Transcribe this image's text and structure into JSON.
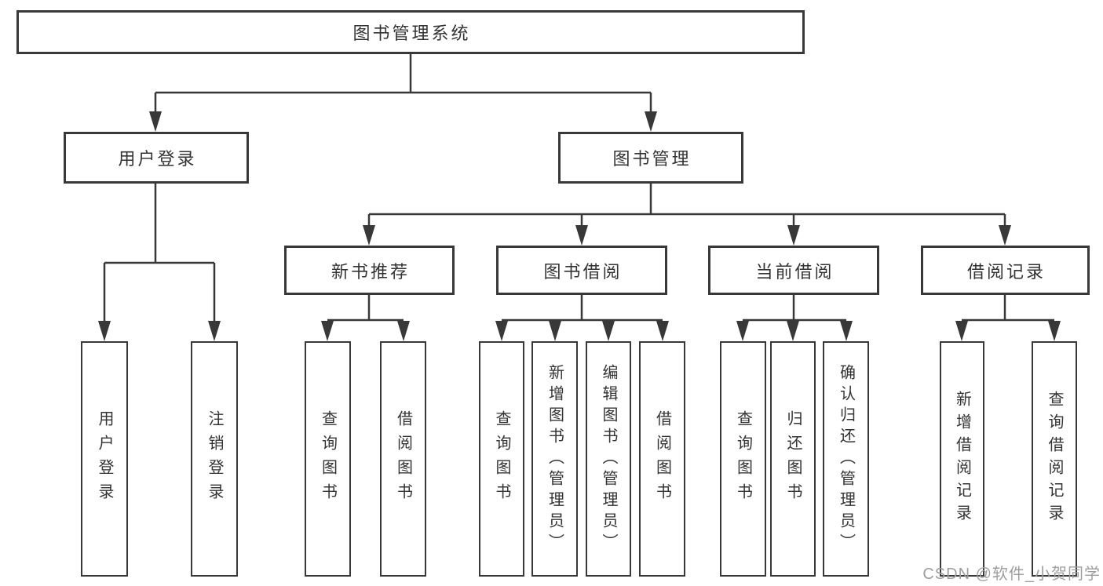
{
  "diagram": {
    "title": "图书管理系统",
    "branches": [
      {
        "label": "用户登录",
        "children": [
          {
            "label": "用户登录"
          },
          {
            "label": "注销登录"
          }
        ]
      },
      {
        "label": "图书管理",
        "children": [
          {
            "label": "新书推荐",
            "children": [
              {
                "label": "查询图书"
              },
              {
                "label": "借阅图书"
              }
            ]
          },
          {
            "label": "图书借阅",
            "children": [
              {
                "label": "查询图书"
              },
              {
                "label": "新增图书（管理员）"
              },
              {
                "label": "编辑图书（管理员）"
              },
              {
                "label": "借阅图书"
              }
            ]
          },
          {
            "label": "当前借阅",
            "children": [
              {
                "label": "查询图书"
              },
              {
                "label": "归还图书"
              },
              {
                "label": "确认归还（管理员）"
              }
            ]
          },
          {
            "label": "借阅记录",
            "children": [
              {
                "label": "新增借阅记录"
              },
              {
                "label": "查询借阅记录"
              }
            ]
          }
        ]
      }
    ]
  },
  "watermark": {
    "text": "CSDN @软件_小贺同学"
  },
  "colors": {
    "line": "#383838",
    "text": "#333333",
    "watermark": "#9e9e9e",
    "background": "#ffffff"
  }
}
